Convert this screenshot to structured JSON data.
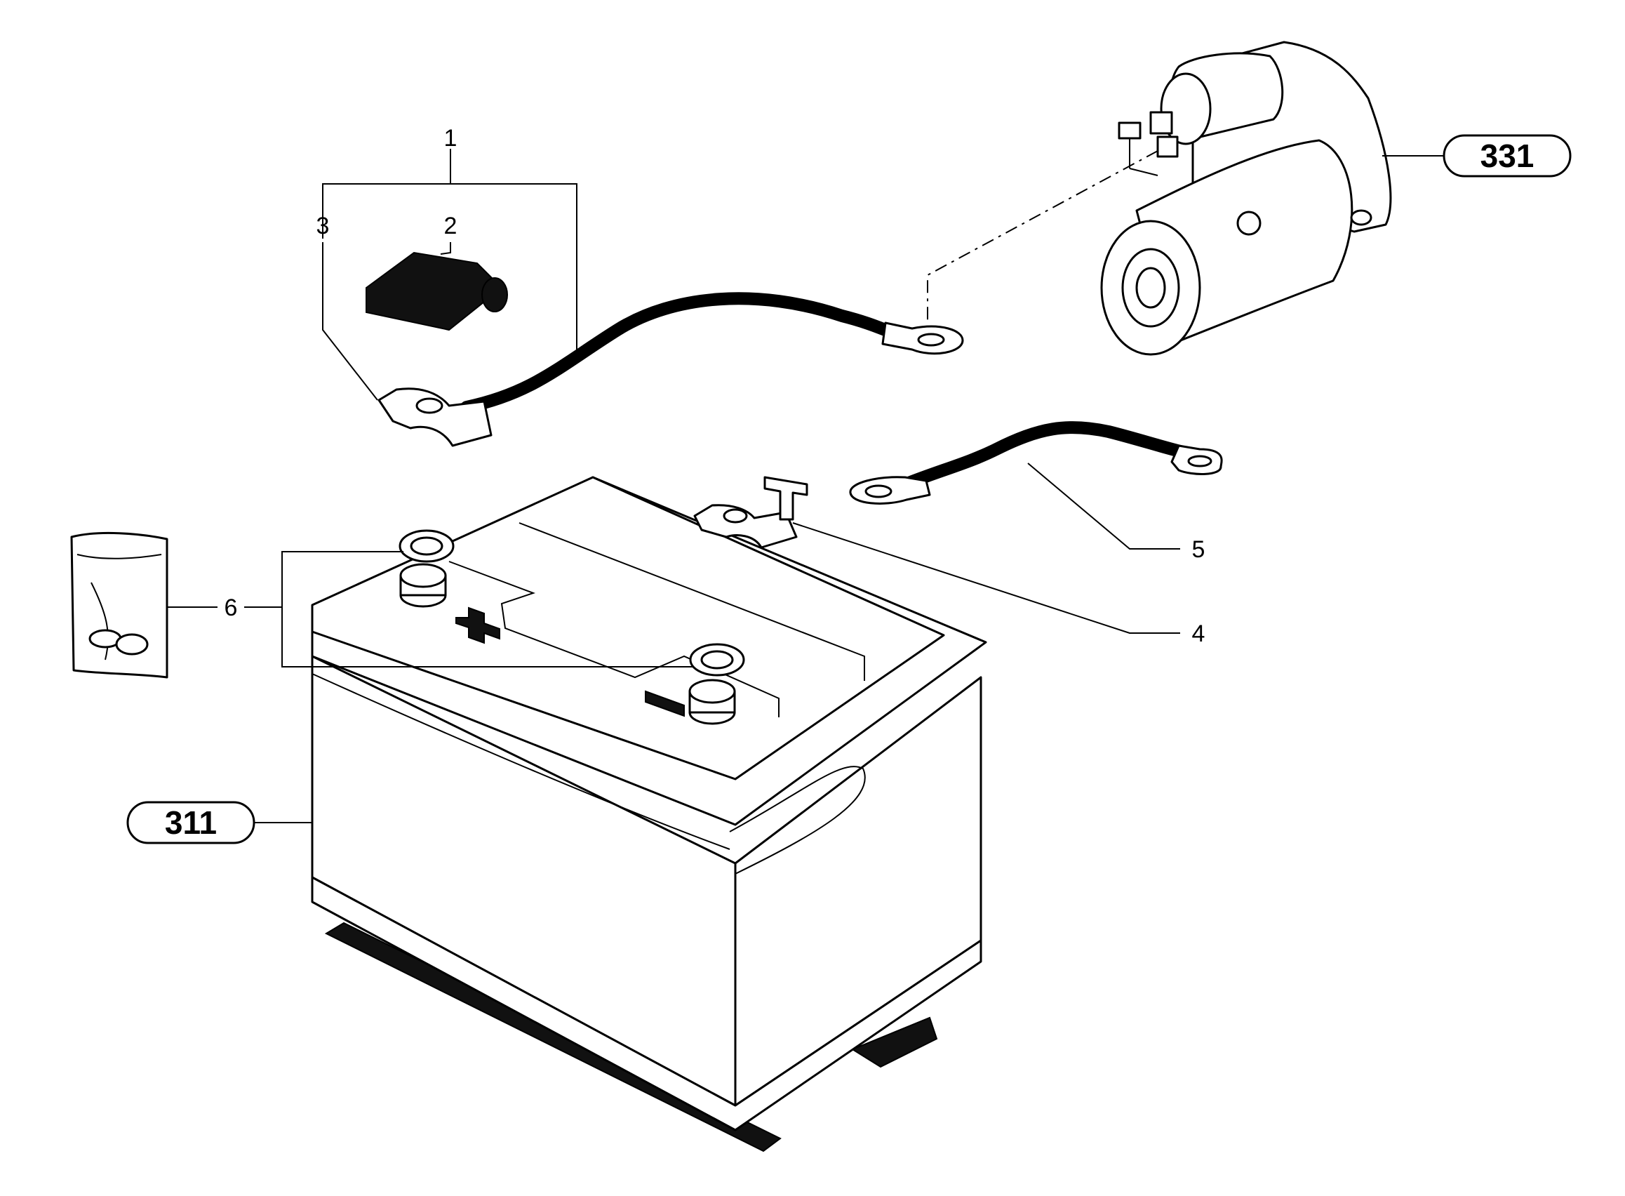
{
  "callouts": {
    "c1": "1",
    "c2": "2",
    "c3": "3",
    "c4": "4",
    "c5": "5",
    "c6": "6"
  },
  "badges": {
    "battery_group": "311",
    "starter_group": "331"
  },
  "colors": {
    "line": "#000000",
    "background": "#ffffff"
  }
}
